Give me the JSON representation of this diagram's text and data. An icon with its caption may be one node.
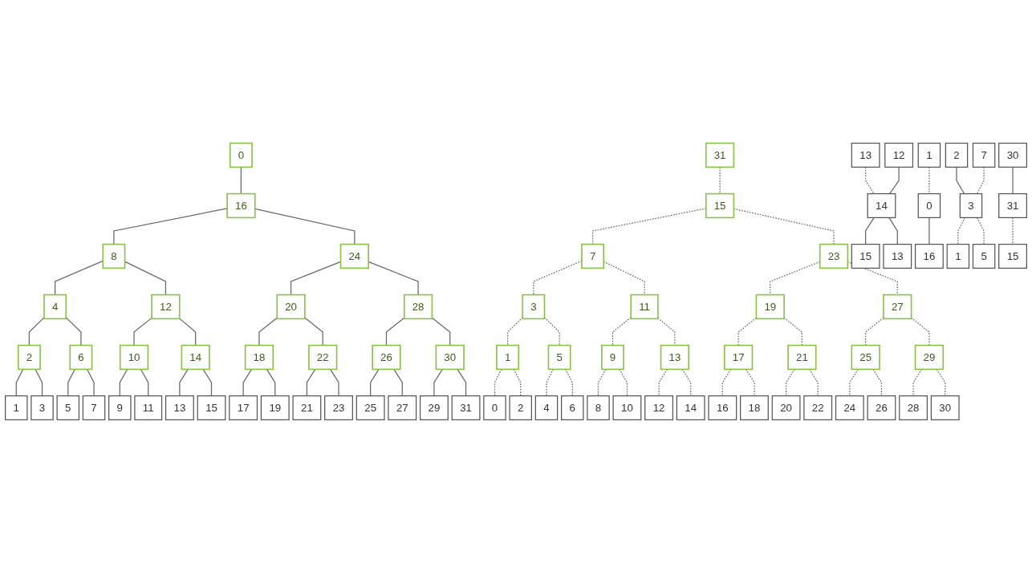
{
  "diagram": {
    "nodes": [
      {
        "text": [
          "0"
        ]
      },
      {
        "text": [
          "16"
        ]
      },
      {
        "text": [
          "8"
        ]
      },
      {
        "text": [
          "24"
        ]
      },
      {
        "text": [
          "4"
        ]
      },
      {
        "text": [
          "12"
        ]
      },
      {
        "text": [
          "20"
        ]
      },
      {
        "text": [
          "28"
        ]
      },
      {
        "text": [
          "2"
        ]
      },
      {
        "text": [
          "6"
        ]
      },
      {
        "text": [
          "10"
        ]
      },
      {
        "text": [
          "14"
        ]
      },
      {
        "text": [
          "18"
        ]
      },
      {
        "text": [
          "22"
        ]
      },
      {
        "text": [
          "26"
        ]
      },
      {
        "text": [
          "30"
        ]
      },
      {
        "text": [
          "1"
        ]
      },
      {
        "text": [
          "3"
        ]
      },
      {
        "text": [
          "5"
        ]
      },
      {
        "text": [
          "7"
        ]
      },
      {
        "text": [
          "9"
        ]
      },
      {
        "text": [
          "11"
        ]
      },
      {
        "text": [
          "13"
        ]
      },
      {
        "text": [
          "15"
        ]
      },
      {
        "text": [
          "17"
        ]
      },
      {
        "text": [
          "19"
        ]
      },
      {
        "text": [
          "21"
        ]
      },
      {
        "text": [
          "23"
        ]
      },
      {
        "text": [
          "25"
        ]
      },
      {
        "text": [
          "27"
        ]
      },
      {
        "text": [
          "29"
        ]
      },
      {
        "text": [
          "31"
        ]
      },
      {
        "text": [
          "31"
        ]
      },
      {
        "text": [
          "15"
        ]
      },
      {
        "text": [
          "7"
        ]
      },
      {
        "text": [
          "23"
        ]
      },
      {
        "text": [
          "3"
        ]
      },
      {
        "text": [
          "11"
        ]
      },
      {
        "text": [
          "19"
        ]
      },
      {
        "text": [
          "27"
        ]
      },
      {
        "text": [
          "1"
        ]
      },
      {
        "text": [
          "5"
        ]
      },
      {
        "text": [
          "9"
        ]
      },
      {
        "text": [
          "13"
        ]
      },
      {
        "text": [
          "17"
        ]
      },
      {
        "text": [
          "21"
        ]
      },
      {
        "text": [
          "25"
        ]
      },
      {
        "text": [
          "29"
        ]
      },
      {
        "text": [
          "0"
        ]
      },
      {
        "text": [
          "2"
        ]
      },
      {
        "text": [
          "4"
        ]
      },
      {
        "text": [
          "6"
        ]
      },
      {
        "text": [
          "8"
        ]
      },
      {
        "text": [
          "10"
        ]
      },
      {
        "text": [
          "12"
        ]
      },
      {
        "text": [
          "14"
        ]
      },
      {
        "text": [
          "16"
        ]
      },
      {
        "text": [
          "18"
        ]
      },
      {
        "text": [
          "20"
        ]
      },
      {
        "text": [
          "22"
        ]
      },
      {
        "text": [
          "24"
        ]
      },
      {
        "text": [
          "26"
        ]
      },
      {
        "text": [
          "28"
        ]
      },
      {
        "text": [
          "30"
        ]
      },
      {
        "text": [
          "13"
        ]
      },
      {
        "text": [
          "12"
        ]
      },
      {
        "text": [
          "14"
        ]
      },
      {
        "text": [
          "15"
        ]
      },
      {
        "text": [
          "13"
        ]
      },
      {
        "text": [
          "1"
        ]
      },
      {
        "text": [
          "0"
        ]
      },
      {
        "text": [
          "16"
        ]
      },
      {
        "text": [
          "2"
        ]
      },
      {
        "text": [
          "7"
        ]
      },
      {
        "text": [
          "3"
        ]
      },
      {
        "text": [
          "1"
        ]
      },
      {
        "text": [
          "5"
        ]
      },
      {
        "text": [
          "30"
        ]
      },
      {
        "text": [
          "31"
        ]
      },
      {
        "text": [
          "15"
        ]
      }
    ],
    "edges": [
      {
        "from": 0,
        "to": 1,
        "arrow": "none"
      },
      {
        "from": 1,
        "to": 2,
        "arrow": "none"
      },
      {
        "from": 1,
        "to": 3,
        "arrow": "none"
      },
      {
        "from": 2,
        "to": 4,
        "arrow": "none"
      },
      {
        "from": 2,
        "to": 5,
        "arrow": "none"
      },
      {
        "from": 3,
        "to": 6,
        "arrow": "none"
      },
      {
        "from": 3,
        "to": 7,
        "arrow": "none"
      },
      {
        "from": 4,
        "to": 8,
        "arrow": "none"
      },
      {
        "from": 4,
        "to": 9,
        "arrow": "none"
      },
      {
        "from": 5,
        "to": 10,
        "arrow": "none"
      },
      {
        "from": 5,
        "to": 11,
        "arrow": "none"
      },
      {
        "from": 6,
        "to": 12,
        "arrow": "none"
      },
      {
        "from": 6,
        "to": 13,
        "arrow": "none"
      },
      {
        "from": 7,
        "to": 14,
        "arrow": "none"
      },
      {
        "from": 7,
        "to": 15,
        "arrow": "none"
      },
      {
        "from": 8,
        "to": 16,
        "arrow": "none"
      },
      {
        "from": 8,
        "to": 17,
        "arrow": "none"
      },
      {
        "from": 9,
        "to": 18,
        "arrow": "none"
      },
      {
        "from": 9,
        "to": 19,
        "arrow": "none"
      },
      {
        "from": 10,
        "to": 20,
        "arrow": "none"
      },
      {
        "from": 10,
        "to": 21,
        "arrow": "none"
      },
      {
        "from": 11,
        "to": 22,
        "arrow": "none"
      },
      {
        "from": 11,
        "to": 23,
        "arrow": "none"
      },
      {
        "from": 12,
        "to": 24,
        "arrow": "none"
      },
      {
        "from": 12,
        "to": 25,
        "arrow": "none"
      },
      {
        "from": 13,
        "to": 26,
        "arrow": "none"
      },
      {
        "from": 13,
        "to": 27,
        "arrow": "none"
      },
      {
        "from": 14,
        "to": 28,
        "arrow": "none"
      },
      {
        "from": 14,
        "to": 29,
        "arrow": "none"
      },
      {
        "from": 15,
        "to": 30,
        "arrow": "none"
      },
      {
        "from": 15,
        "to": 31,
        "arrow": "none"
      },
      {
        "from": 32,
        "to": 33,
        "arrow": "none",
        "style": "dashed"
      },
      {
        "from": 33,
        "to": 34,
        "arrow": "none",
        "style": "dashed"
      },
      {
        "from": 33,
        "to": 35,
        "arrow": "none",
        "style": "dashed"
      },
      {
        "from": 34,
        "to": 36,
        "arrow": "none",
        "style": "dashed"
      },
      {
        "from": 34,
        "to": 37,
        "arrow": "none",
        "style": "dashed"
      },
      {
        "from": 35,
        "to": 38,
        "arrow": "none",
        "style": "dashed"
      },
      {
        "from": 35,
        "to": 39,
        "arrow": "none",
        "style": "dashed"
      },
      {
        "from": 36,
        "to": 40,
        "arrow": "none",
        "style": "dashed"
      },
      {
        "from": 36,
        "to": 41,
        "arrow": "none",
        "style": "dashed"
      },
      {
        "from": 37,
        "to": 42,
        "arrow": "none",
        "style": "dashed"
      },
      {
        "from": 37,
        "to": 43,
        "arrow": "none",
        "style": "dashed"
      },
      {
        "from": 38,
        "to": 44,
        "arrow": "none",
        "style": "dashed"
      },
      {
        "from": 38,
        "to": 45,
        "arrow": "none",
        "style": "dashed"
      },
      {
        "from": 39,
        "to": 46,
        "arrow": "none",
        "style": "dashed"
      },
      {
        "from": 39,
        "to": 47,
        "arrow": "none",
        "style": "dashed"
      },
      {
        "from": 40,
        "to": 48,
        "arrow": "none",
        "style": "dashed"
      },
      {
        "from": 40,
        "to": 49,
        "arrow": "none",
        "style": "dashed"
      },
      {
        "from": 41,
        "to": 50,
        "arrow": "none",
        "style": "dashed"
      },
      {
        "from": 41,
        "to": 51,
        "arrow": "none",
        "style": "dashed"
      },
      {
        "from": 42,
        "to": 52,
        "arrow": "none",
        "style": "dashed"
      },
      {
        "from": 42,
        "to": 53,
        "arrow": "none",
        "style": "dashed"
      },
      {
        "from": 43,
        "to": 54,
        "arrow": "none",
        "style": "dashed"
      },
      {
        "from": 43,
        "to": 55,
        "arrow": "none",
        "style": "dashed"
      },
      {
        "from": 44,
        "to": 56,
        "arrow": "none",
        "style": "dashed"
      },
      {
        "from": 44,
        "to": 57,
        "arrow": "none",
        "style": "dashed"
      },
      {
        "from": 45,
        "to": 58,
        "arrow": "none",
        "style": "dashed"
      },
      {
        "from": 45,
        "to": 59,
        "arrow": "none",
        "style": "dashed"
      },
      {
        "from": 46,
        "to": 60,
        "arrow": "none",
        "style": "dashed"
      },
      {
        "from": 46,
        "to": 61,
        "arrow": "none",
        "style": "dashed"
      },
      {
        "from": 47,
        "to": 62,
        "arrow": "none",
        "style": "dashed"
      },
      {
        "from": 47,
        "to": 63,
        "arrow": "none",
        "style": "dashed"
      },
      {
        "from": 64,
        "to": 66,
        "arrow": "none",
        "style": "dashed"
      },
      {
        "from": 65,
        "to": 66,
        "arrow": "none"
      },
      {
        "from": 66,
        "to": 67,
        "arrow": "none"
      },
      {
        "from": 66,
        "to": 68,
        "arrow": "none"
      },
      {
        "from": 69,
        "to": 70,
        "arrow": "none",
        "style": "dashed"
      },
      {
        "from": 70,
        "to": 71,
        "arrow": "none"
      },
      {
        "from": 72,
        "to": 74,
        "arrow": "none"
      },
      {
        "from": 73,
        "to": 74,
        "arrow": "none",
        "style": "dashed"
      },
      {
        "from": 74,
        "to": 75,
        "arrow": "none",
        "style": "dashed"
      },
      {
        "from": 74,
        "to": 76,
        "arrow": "none",
        "style": "dashed"
      },
      {
        "from": 77,
        "to": 78,
        "arrow": "none"
      },
      {
        "from": 78,
        "to": 79,
        "arrow": "none",
        "style": "dashed"
      }
    ]
  }
}
